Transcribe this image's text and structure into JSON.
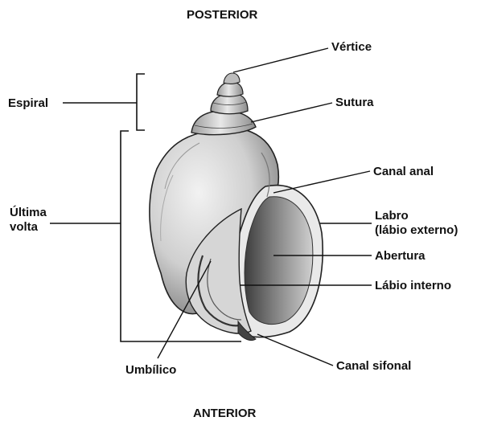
{
  "orientation": {
    "top": "POSTERIOR",
    "bottom": "ANTERIOR"
  },
  "labels": {
    "vertice": "Vértice",
    "sutura": "Sutura",
    "espiral": "Espiral",
    "canal_anal": "Canal anal",
    "ultima_volta": [
      "Última",
      "volta"
    ],
    "labro": [
      "Labro",
      "(lábio externo)"
    ],
    "abertura": "Abertura",
    "labio_interno": "Lábio interno",
    "umbilico": "Umbílico",
    "canal_sifonal": "Canal sifonal"
  }
}
